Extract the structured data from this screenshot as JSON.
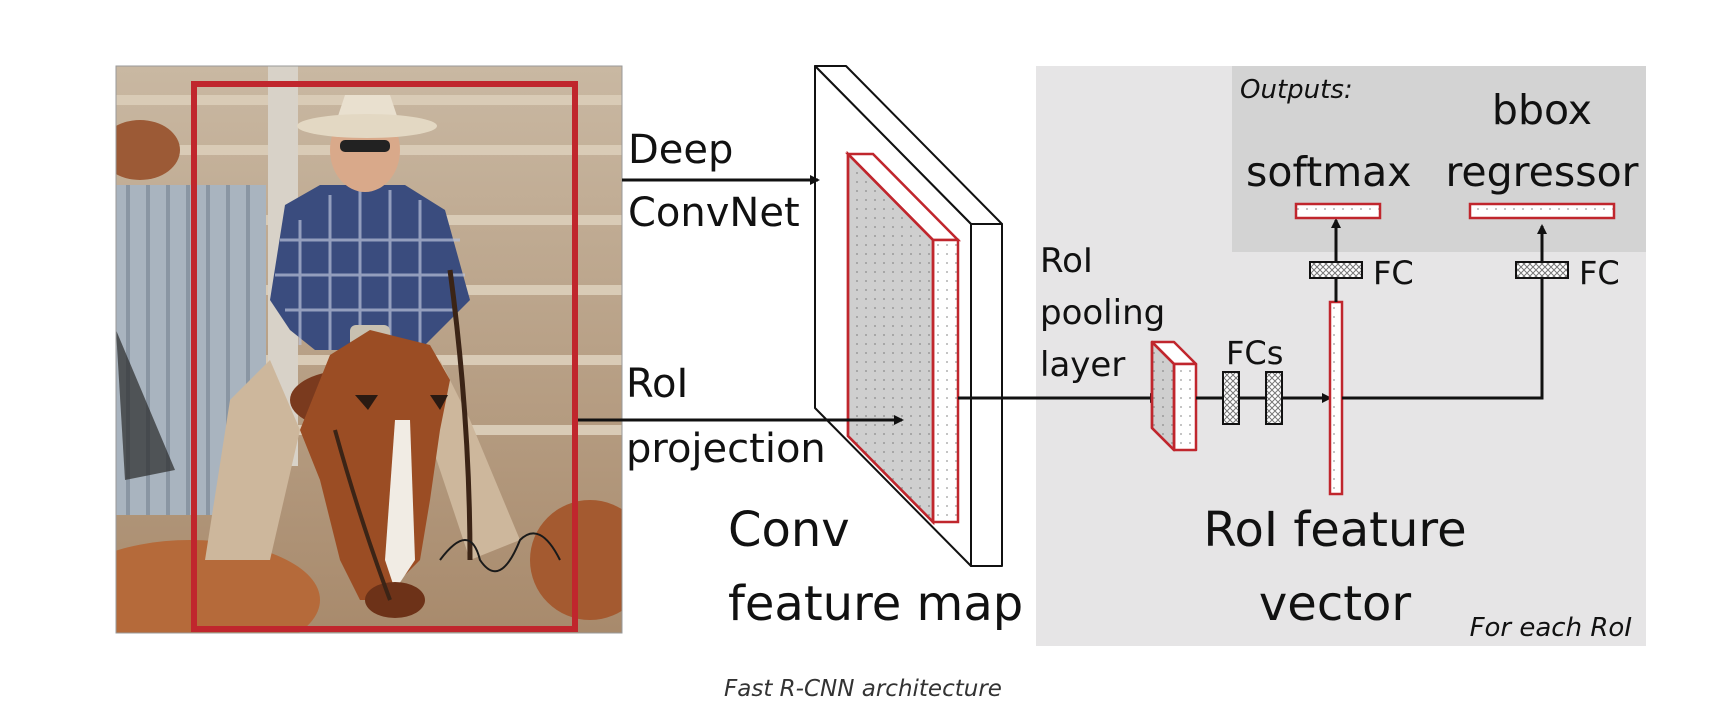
{
  "labels": {
    "deep_convnet_line1": "Deep",
    "deep_convnet_line2": "ConvNet",
    "roi_projection_line1": "RoI",
    "roi_projection_line2": "projection",
    "conv_feature_map_line1": "Conv",
    "conv_feature_map_line2": "feature map",
    "roi_pooling_line1": "RoI",
    "roi_pooling_line2": "pooling",
    "roi_pooling_line3": "layer",
    "fcs": "FCs",
    "fc_left": "FC",
    "fc_right": "FC",
    "outputs": "Outputs:",
    "softmax": "softmax",
    "bbox_line1": "bbox",
    "bbox_line2": "regressor",
    "roi_vector_line1": "RoI feature",
    "roi_vector_line2": "vector",
    "for_each_roi": "For each RoI"
  },
  "caption": "Fast R-CNN architecture",
  "colors": {
    "roi_red": "#c0262d",
    "panel_gray": "#e6e5e6",
    "outputs_gray": "#d3d3d3",
    "stroke": "#111111"
  },
  "icons": {
    "photo": "cowboy-on-horse-photo"
  }
}
